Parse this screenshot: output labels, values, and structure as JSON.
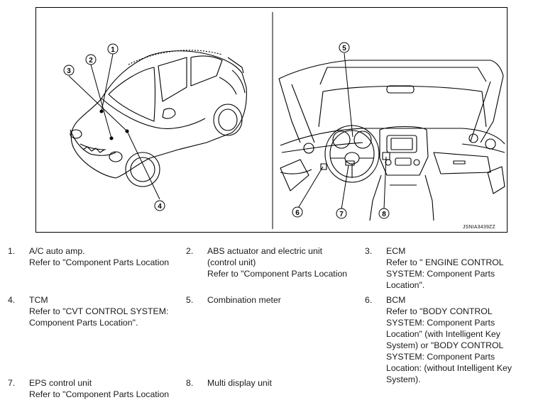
{
  "figure": {
    "code": "JSNIA3439ZZ",
    "callouts": [
      "1",
      "2",
      "3",
      "4",
      "5",
      "6",
      "7",
      "8"
    ]
  },
  "items": [
    {
      "number": "1.",
      "title": "A/C auto amp.",
      "ref": "Refer to \"Component Parts Location"
    },
    {
      "number": "2.",
      "title": "ABS actuator and electric unit (control unit)",
      "ref": "Refer to \"Component Parts Location"
    },
    {
      "number": "3.",
      "title": "ECM",
      "ref": "Refer to \" ENGINE CONTROL SYSTEM: Component Parts Location\"."
    },
    {
      "number": "4.",
      "title": "TCM",
      "ref": "Refer to \"CVT CONTROL SYSTEM: Component Parts Location\"."
    },
    {
      "number": "5.",
      "title": "Combination meter",
      "ref": ""
    },
    {
      "number": "6.",
      "title": "BCM",
      "ref": "Refer to \"BODY CONTROL SYSTEM: Component Parts Location\" (with Intelligent Key System) or \"BODY CONTROL SYSTEM: Component Parts Location: (without Intelligent Key System)."
    },
    {
      "number": "7.",
      "title": "EPS control unit",
      "ref": "Refer to \"Component Parts Location"
    },
    {
      "number": "8.",
      "title": "Multi display unit",
      "ref": ""
    }
  ]
}
